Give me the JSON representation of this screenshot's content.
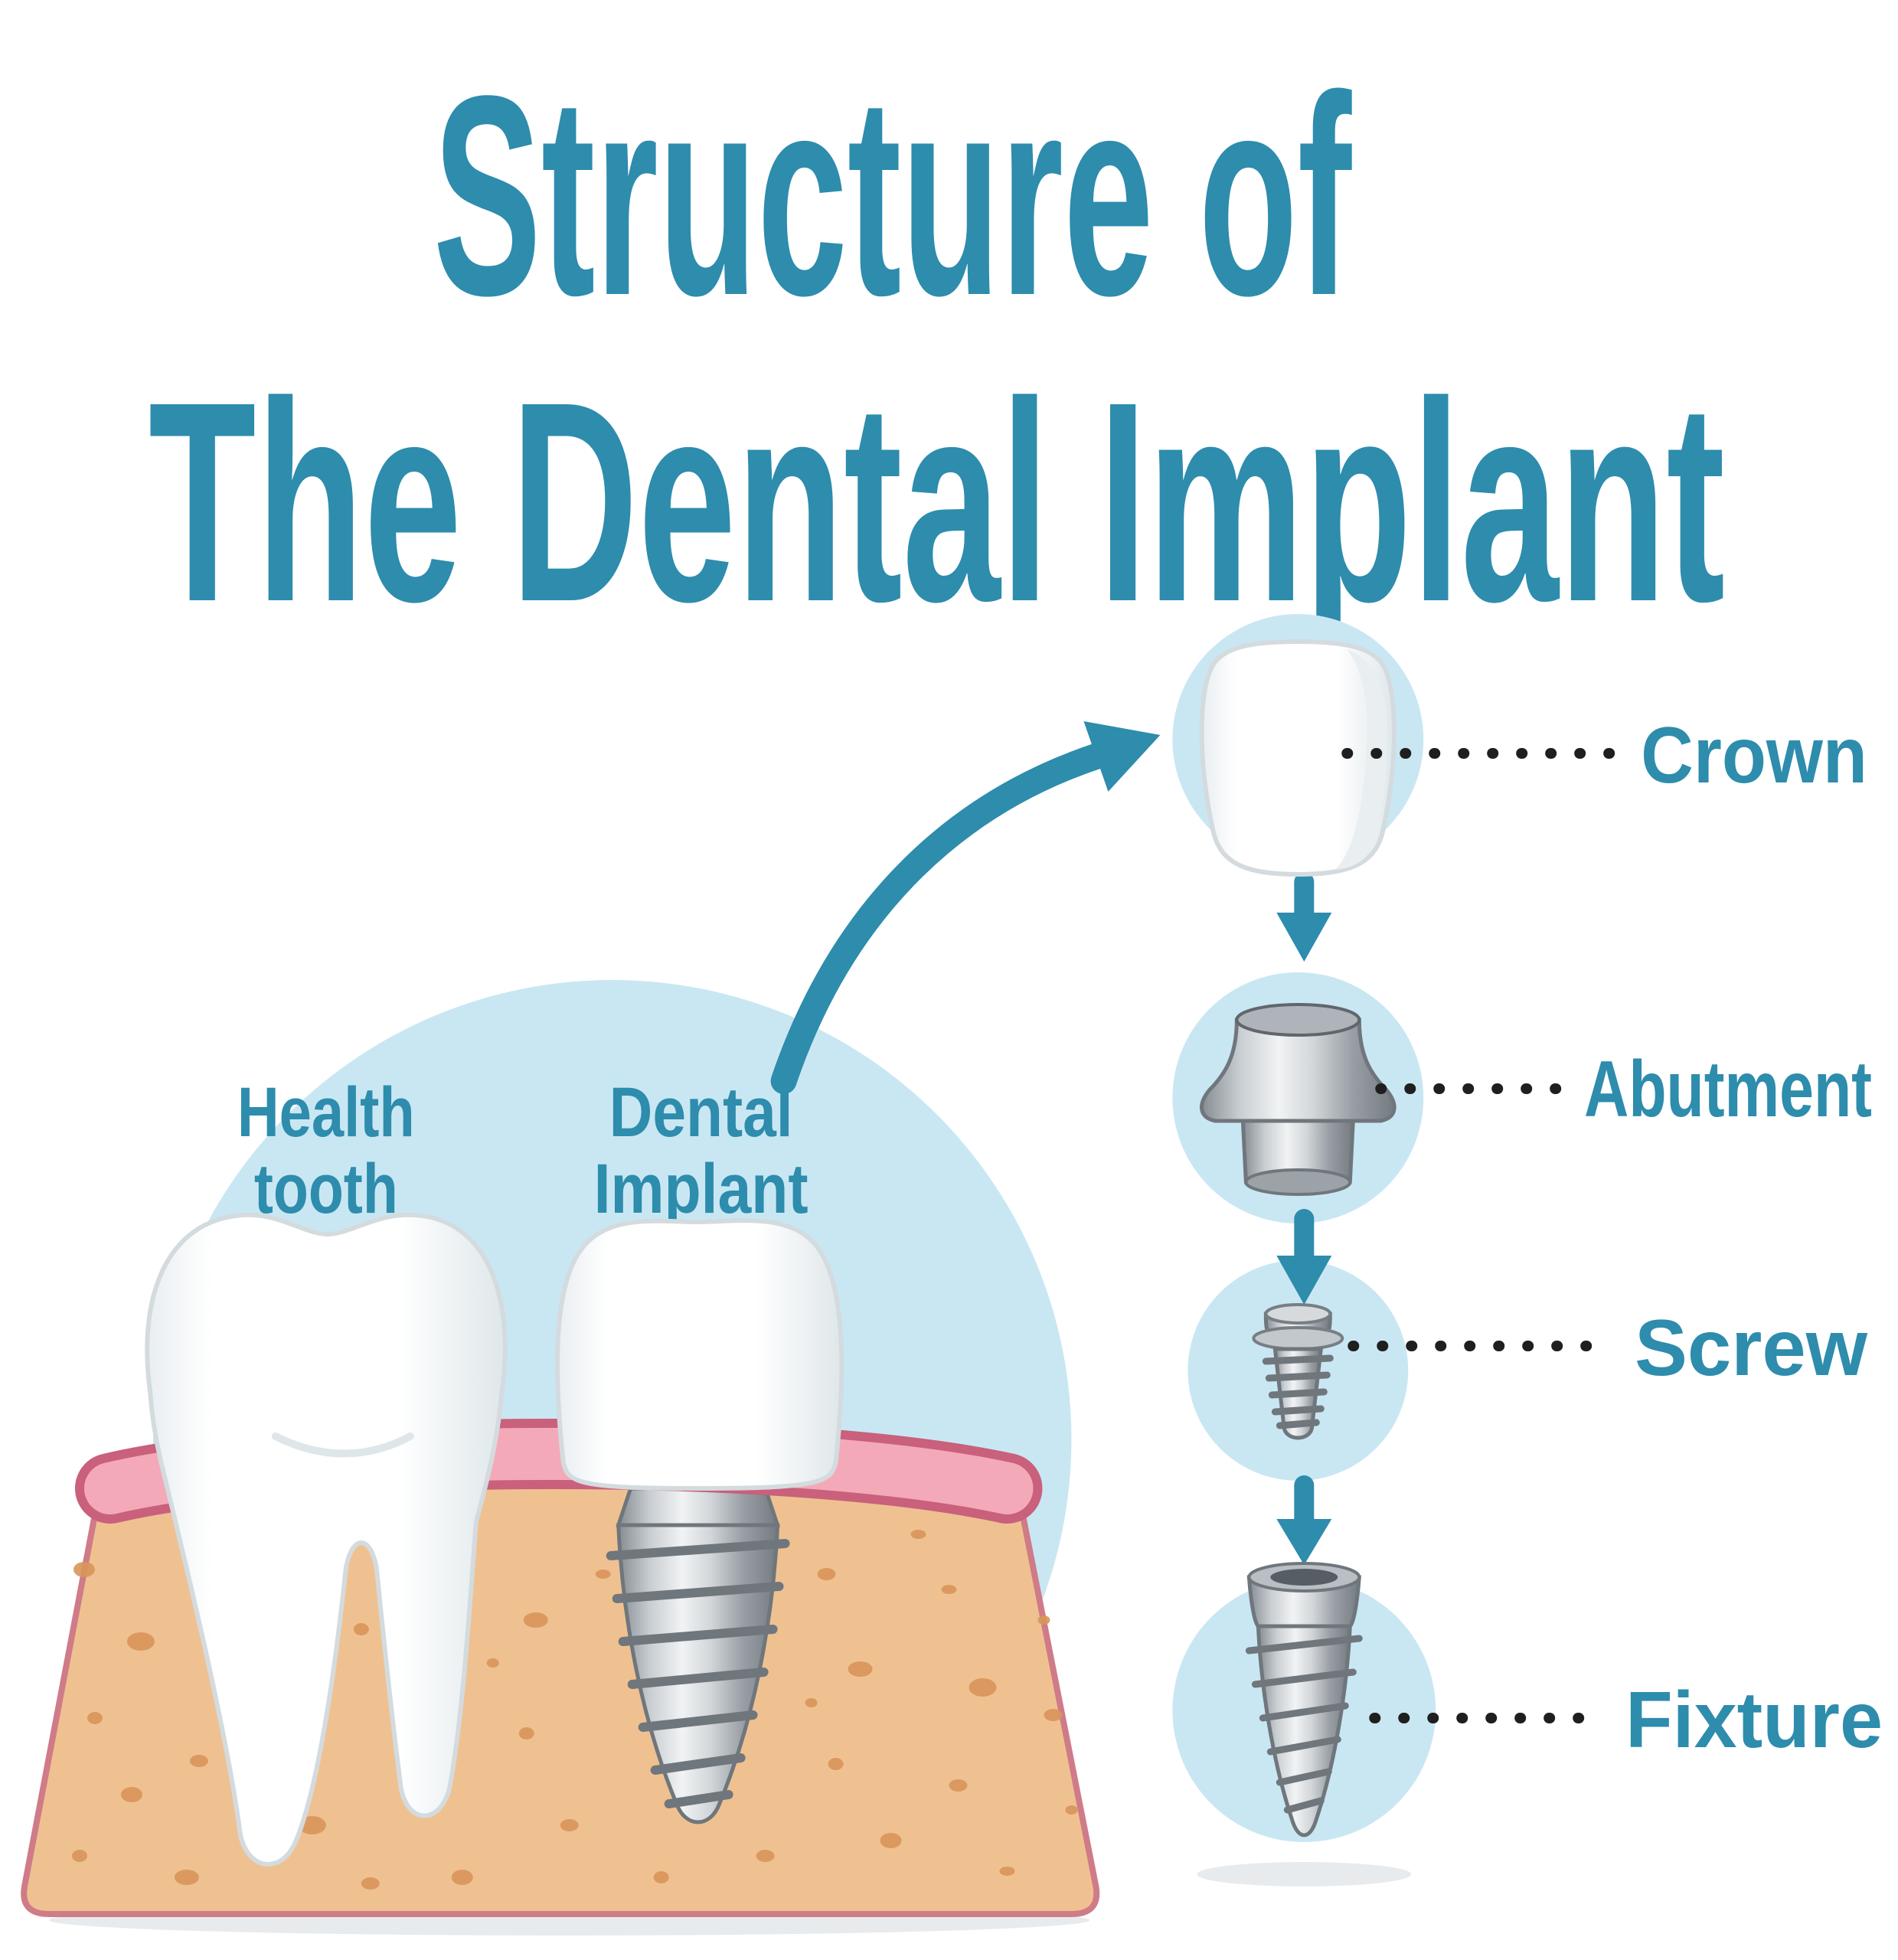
{
  "title": {
    "line1": "Structure of",
    "line2": "The Dental Implant"
  },
  "illustration": {
    "healthy_tooth_label": {
      "line1": "Health",
      "line2": "tooth"
    },
    "implant_label": {
      "line1": "Dental",
      "line2": "Implant"
    }
  },
  "parts": [
    {
      "name": "crown",
      "label": "Crown"
    },
    {
      "name": "abutment",
      "label": "Abutment"
    },
    {
      "name": "screw",
      "label": "Screw"
    },
    {
      "name": "fixture",
      "label": "Fixture"
    }
  ],
  "colors": {
    "accent": "#2e8cad",
    "circle_fill": "#c9e7f3",
    "dot_color": "#1f1f1f",
    "bone_fill": "#efc191",
    "bone_speckle": "#d8955a",
    "gum_fill": "#f4a9b8",
    "gum_stroke": "#c9607c",
    "metal_mid": "#c9ced2",
    "tooth_white": "#ffffff"
  }
}
